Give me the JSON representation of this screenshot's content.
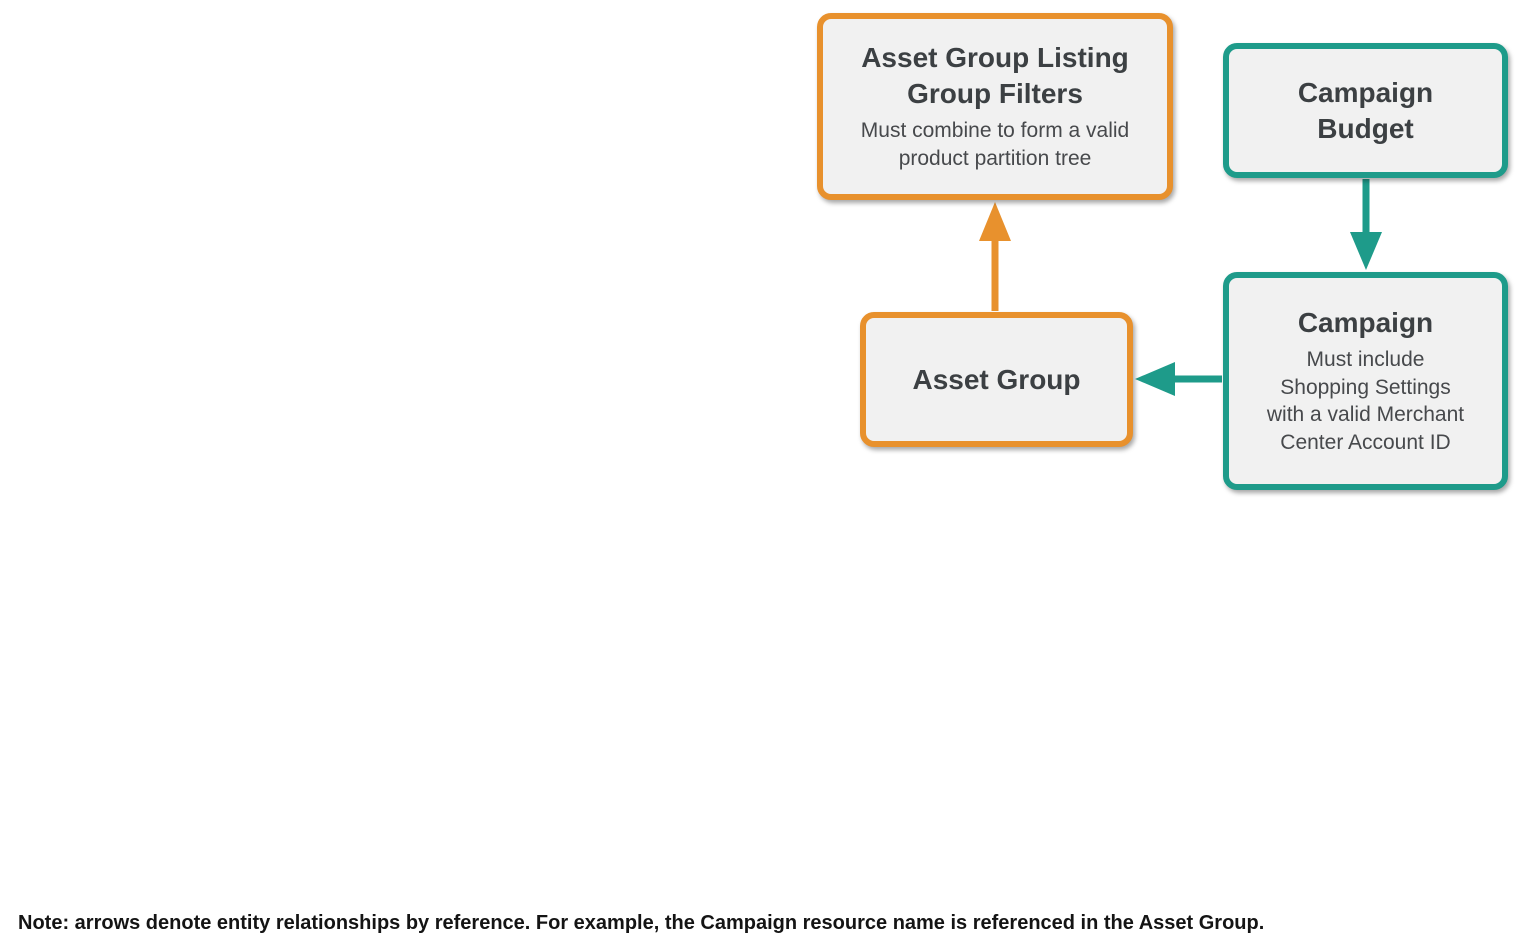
{
  "colors": {
    "orange": "#E8912D",
    "teal": "#1E9B8A",
    "box_fill": "#F1F1F1",
    "text_dark": "#3C4043",
    "text_sub": "#47494C",
    "note_text": "#141414"
  },
  "diagram": {
    "nodes": [
      {
        "id": "asset-group-listing-group-filters",
        "title": "Asset Group Listing Group Filters",
        "subtitle": "Must combine to form a valid product partition tree",
        "accent": "orange"
      },
      {
        "id": "campaign-budget",
        "title": "Campaign Budget",
        "subtitle": "",
        "accent": "teal"
      },
      {
        "id": "campaign",
        "title": "Campaign",
        "subtitle": "Must include Shopping Settings with a valid Merchant Center Account ID",
        "accent": "teal"
      },
      {
        "id": "asset-group",
        "title": "Asset Group",
        "subtitle": "",
        "accent": "orange"
      }
    ],
    "edges": [
      {
        "from": "asset-group",
        "to": "asset-group-listing-group-filters",
        "color": "orange",
        "direction": "up"
      },
      {
        "from": "campaign-budget",
        "to": "campaign",
        "color": "teal",
        "direction": "down"
      },
      {
        "from": "campaign",
        "to": "asset-group",
        "color": "teal",
        "direction": "left"
      }
    ]
  },
  "note": "Note: arrows denote entity relationships by reference. For example, the Campaign resource name is referenced in the Asset Group."
}
